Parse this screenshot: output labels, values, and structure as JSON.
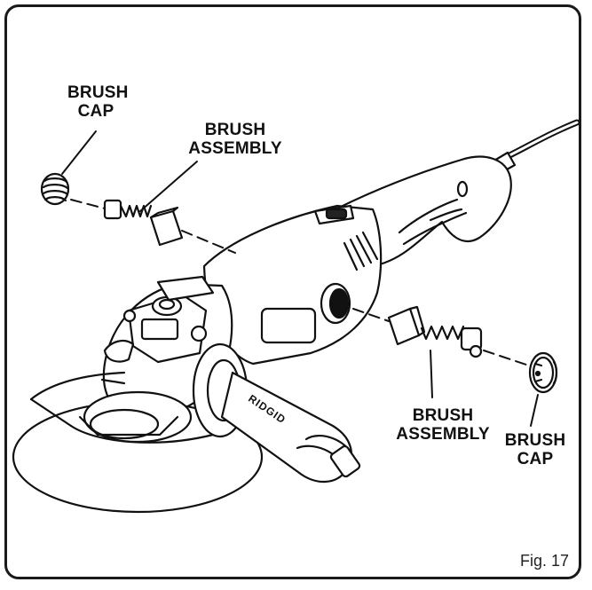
{
  "labels": {
    "brush_cap_left": "BRUSH\nCAP",
    "brush_assembly_left": "BRUSH\nASSEMBLY",
    "brush_assembly_right": "BRUSH\nASSEMBLY",
    "brush_cap_right": "BRUSH\nCAP"
  },
  "figure_caption": "Fig. 17",
  "handle_brand": "RIDGID",
  "colors": {
    "line": "#111111",
    "background": "#ffffff"
  }
}
